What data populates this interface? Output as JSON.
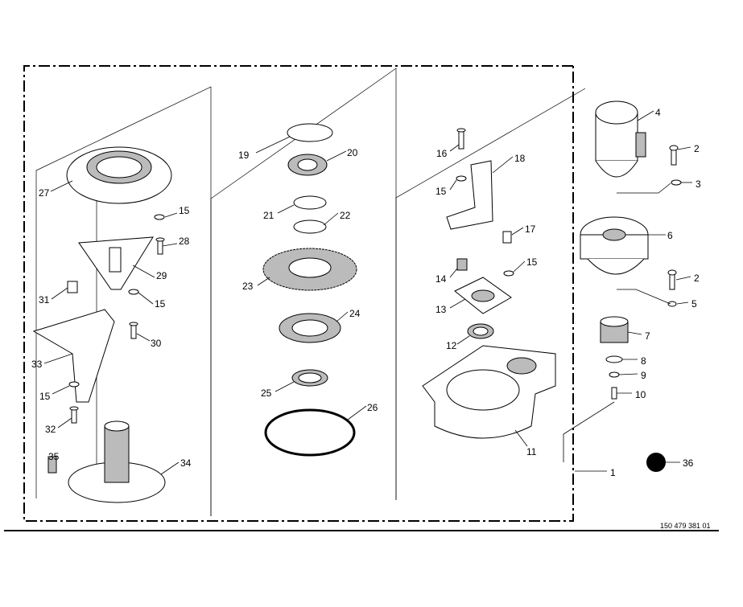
{
  "drawing": {
    "reference_number": "150 479 381 01",
    "callouts": [
      "27",
      "15",
      "28",
      "29",
      "31",
      "15",
      "30",
      "33",
      "15",
      "32",
      "35",
      "34",
      "19",
      "20",
      "21",
      "22",
      "23",
      "24",
      "25",
      "26",
      "16",
      "18",
      "15",
      "17",
      "15",
      "14",
      "13",
      "12",
      "11",
      "4",
      "2",
      "3",
      "6",
      "2",
      "5",
      "7",
      "8",
      "9",
      "10",
      "1",
      "36"
    ]
  }
}
